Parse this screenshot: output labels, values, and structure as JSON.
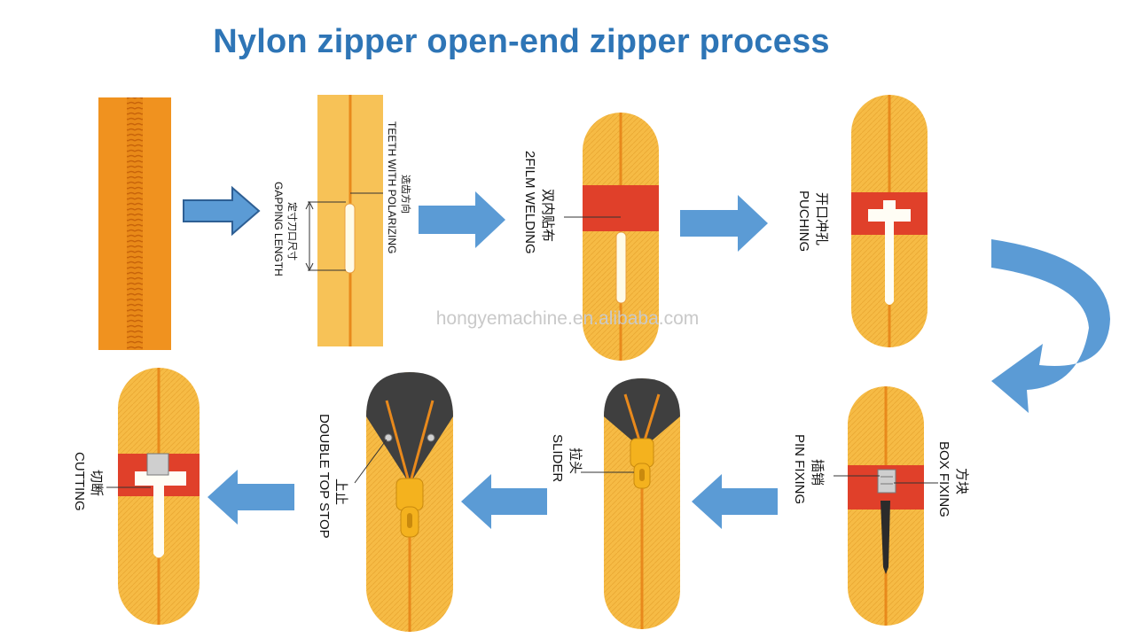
{
  "title": "Nylon zipper open-end zipper process",
  "watermark": "hongyemachine.en.alibaba.com",
  "colors": {
    "title": "#2e75b6",
    "arrow": "#5b9bd5",
    "tape": "#f5b83d",
    "chain": "#e07a10",
    "film": "#e0402a",
    "dark": "#3f3f3f"
  },
  "steps": [
    {
      "id": "chain",
      "labels": []
    },
    {
      "id": "gapping",
      "labels": [
        "TEETH WITH POLARIZING",
        "选齿方向",
        "GAPPING LENGTH",
        "定寸刀口尺寸"
      ]
    },
    {
      "id": "welding",
      "labels": [
        "2FILM WELDING",
        "双内贴布"
      ]
    },
    {
      "id": "punching",
      "labels": [
        "PUCHING",
        "开口冲孔"
      ]
    },
    {
      "id": "fixing",
      "labels": [
        "PIN FIXING",
        "插销",
        "BOX FIXING",
        "方块"
      ]
    },
    {
      "id": "slider",
      "labels": [
        "SLIDER",
        "拉头"
      ]
    },
    {
      "id": "top-stop",
      "labels": [
        "DOUBLE TOP STOP",
        "上止"
      ]
    },
    {
      "id": "cutting",
      "labels": [
        "CUTTING",
        "切断"
      ]
    }
  ],
  "icons": [
    "arrow-right-icon",
    "arrow-left-icon",
    "curved-arrow-icon"
  ]
}
